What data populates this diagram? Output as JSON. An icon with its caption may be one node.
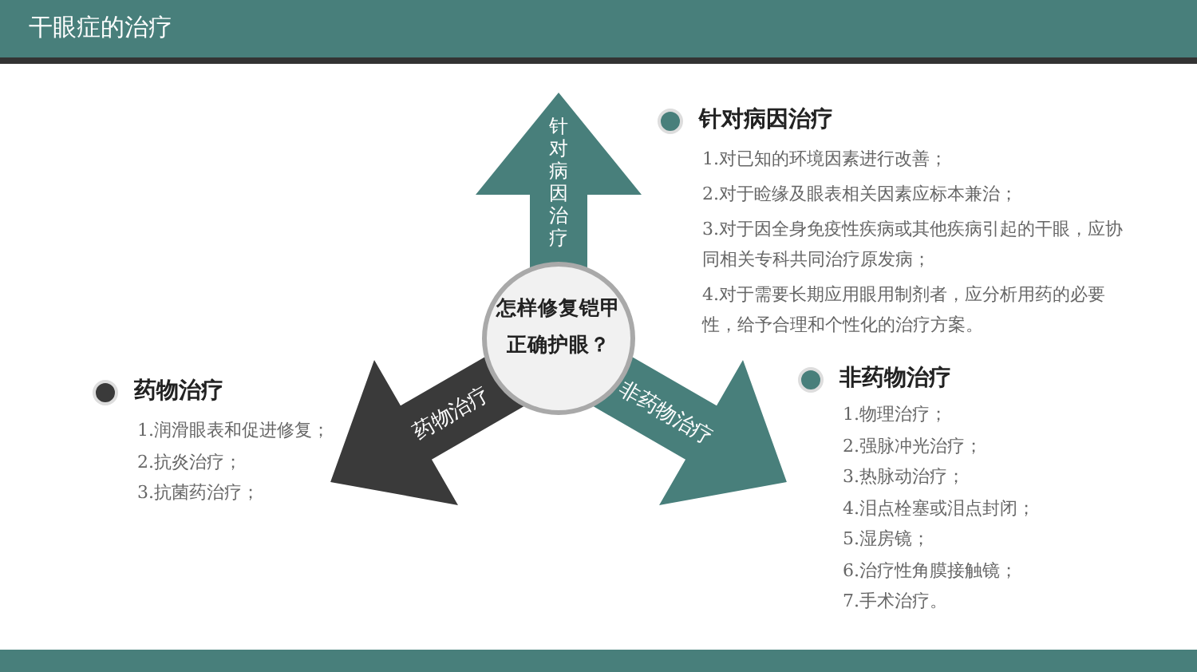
{
  "diagram": {
    "title": "干眼症的治疗",
    "nodes": [
      {
        "text": [
          "怎样修复铠甲正确护眼？"
        ]
      },
      {
        "text": [
          "针对病因治疗"
        ]
      },
      {
        "text": [
          "药物治疗"
        ]
      },
      {
        "text": [
          "非药物治疗"
        ]
      }
    ],
    "labels": [
      "针对病因治疗",
      "1.对已知的环境因素进行改善；",
      "2.对于睑缘及眼表相关因素应标本兼治；",
      "3.对于因全身免疫性疾病或其他疾病引起的干眼，应协同相关专科共同治疗原发病；",
      "4.对于需要长期应用眼用制剂者，应分析用药的必要性，给予合理和个性化的治疗方案。",
      "非药物治疗",
      "1.物理治疗；",
      "2.强脉冲光治疗；",
      "3.热脉动治疗；",
      "4.泪点栓塞或泪点封闭；",
      "5.湿房镜；",
      "6.治疗性角膜接触镜；",
      "7.手术治疗。",
      "药物治疗",
      "1.润滑眼表和促进修复；",
      "2.抗炎治疗；",
      "3.抗菌药治疗；"
    ]
  }
}
